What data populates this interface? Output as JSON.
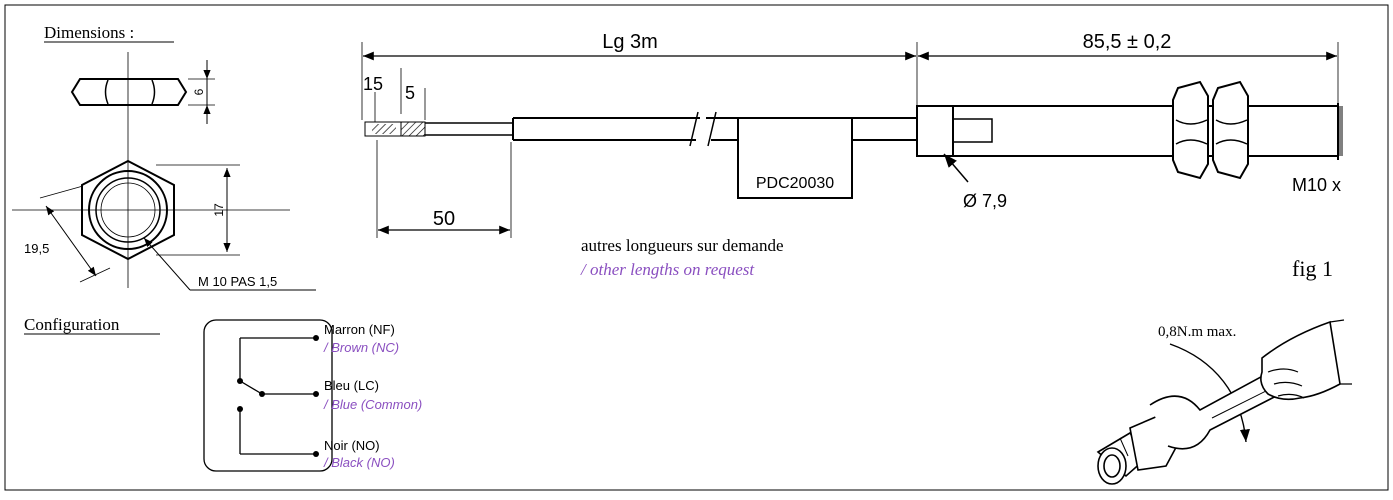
{
  "colors": {
    "ink": "#000000",
    "translation": "#8a4fc0",
    "background": "#ffffff"
  },
  "dimensions_section": {
    "heading": "Dimensions :",
    "nut_height": "6",
    "nut_flats": "17",
    "nut_corners": "19,5",
    "thread": "M 10  PAS 1,5"
  },
  "cable": {
    "length": "Lg 3m",
    "strip_outer": "15",
    "strip_inner": "5",
    "sheath_strip": "50",
    "label": "PDC20030"
  },
  "body": {
    "length": "85,5 ± 0,2",
    "diameter": "Ø 7,9",
    "thread": "M10 x"
  },
  "notes": {
    "fr": "autres longueurs sur demande",
    "en": "/ other lengths on request",
    "figure": "fig 1"
  },
  "configuration": {
    "heading": "Configuration",
    "wires": [
      {
        "fr": "Marron (NF)",
        "en": "/ Brown (NC)"
      },
      {
        "fr": "Bleu (LC)",
        "en": "/ Blue (Common)"
      },
      {
        "fr": "Noir (NO)",
        "en": "/ Black (NO)"
      }
    ]
  },
  "torque": {
    "label": "0,8N.m max."
  }
}
